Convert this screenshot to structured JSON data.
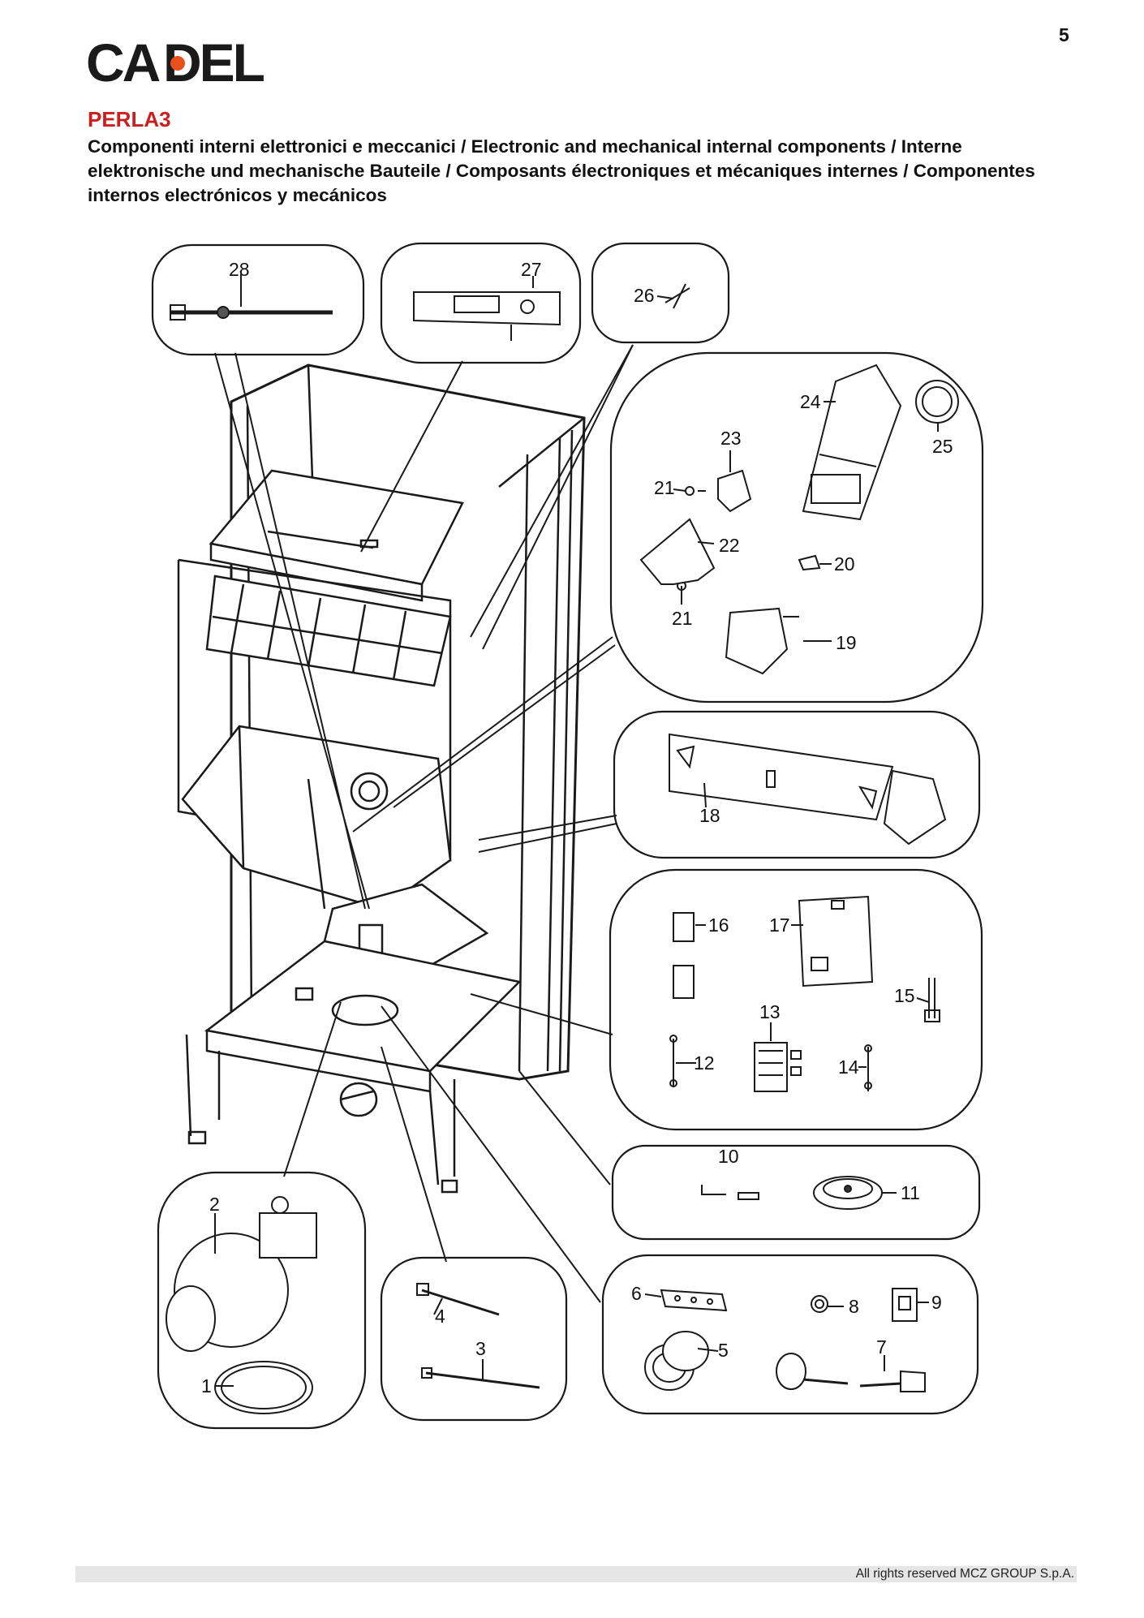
{
  "page_number": "5",
  "brand": {
    "logo_text": "CADEL",
    "accent": "#e8501e",
    "title_color": "#c8201f"
  },
  "model": "PERLA3",
  "subtitle": "Componenti interni elettronici e meccanici / Electronic and mechanical internal components / Interne elektronische und mechanische Bauteile / Composants électroniques et mécaniques internes / Componentes internos electrónicos y mecánicos",
  "footer": "All rights reserved MCZ GROUP S.p.A.",
  "parts": {
    "p1": "1",
    "p2": "2",
    "p3": "3",
    "p4": "4",
    "p5": "5",
    "p6": "6",
    "p7": "7",
    "p8": "8",
    "p9": "9",
    "p10": "10",
    "p11": "11",
    "p12": "12",
    "p13": "13",
    "p14": "14",
    "p15": "15",
    "p16": "16",
    "p17": "17",
    "p18": "18",
    "p19": "19",
    "p20": "20",
    "p21a": "21",
    "p21b": "21",
    "p22": "22",
    "p23": "23",
    "p24": "24",
    "p25": "25",
    "p26": "26",
    "p27": "27",
    "p28": "28"
  }
}
